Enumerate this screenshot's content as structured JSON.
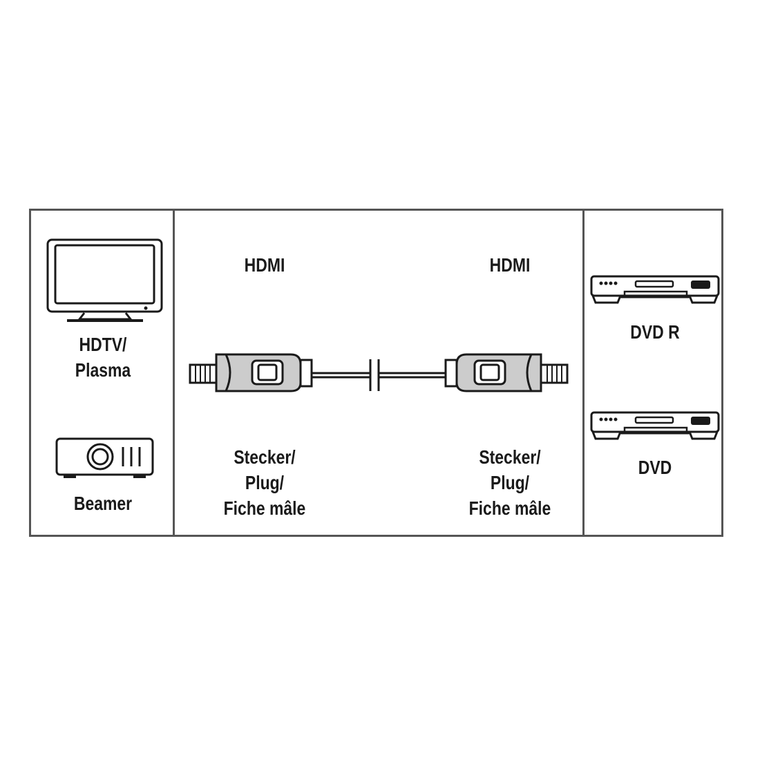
{
  "devices_left": {
    "tv": {
      "icon": "tv-icon",
      "label_line1": "HDTV/",
      "label_line2": "Plasma"
    },
    "projector": {
      "icon": "projector-icon",
      "label": "Beamer"
    }
  },
  "cable": {
    "left_connector": {
      "type": "HDMI",
      "plug_line1": "Stecker/",
      "plug_line2": "Plug/",
      "plug_line3": "Fiche mâle"
    },
    "right_connector": {
      "type": "HDMI",
      "plug_line1": "Stecker/",
      "plug_line2": "Plug/",
      "plug_line3": "Fiche mâle"
    }
  },
  "devices_right": {
    "dvd_recorder": {
      "icon": "dvd-player-icon",
      "label": "DVD R"
    },
    "dvd_player": {
      "icon": "dvd-player-icon",
      "label": "DVD"
    }
  },
  "colors": {
    "line": "#1a1a1a",
    "border": "#555555",
    "fill": "#cccccc"
  }
}
